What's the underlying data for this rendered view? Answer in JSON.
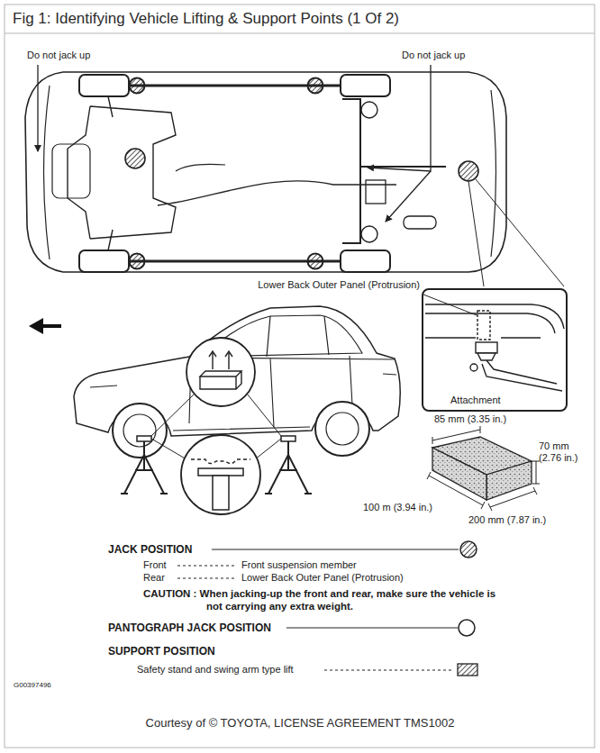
{
  "diagram": {
    "title": "Fig 1: Identifying Vehicle Lifting & Support Points (1 Of 2)",
    "caption": "Courtesy of © TOYOTA, LICENSE AGREEMENT TMS1002",
    "nodes": [
      {
        "text": [
          "Lower Back Outer Panel (Protrusion)",
          "Attachment"
        ]
      }
    ],
    "labels": [
      "Do not jack up",
      "Do not jack up",
      "85 mm (3.35 in.)",
      "70 mm (2.76 in.)",
      "100 m (3.94 in.)",
      "200 mm (7.87 in.)",
      "Front",
      "Front suspension member",
      "Rear",
      "Lower Back Outer Panel (Protrusion)",
      "CAUTION : When jacking-up the front and rear, make sure the vehicle is not carrying any extra weight.",
      "SUPPORT POSITION",
      "G00397496"
    ],
    "legend": [
      {
        "text": "JACK POSITION"
      },
      {
        "text": "PANTOGRAPH JACK POSITION"
      },
      {
        "text": "Safety stand and swing arm type lift"
      }
    ]
  }
}
